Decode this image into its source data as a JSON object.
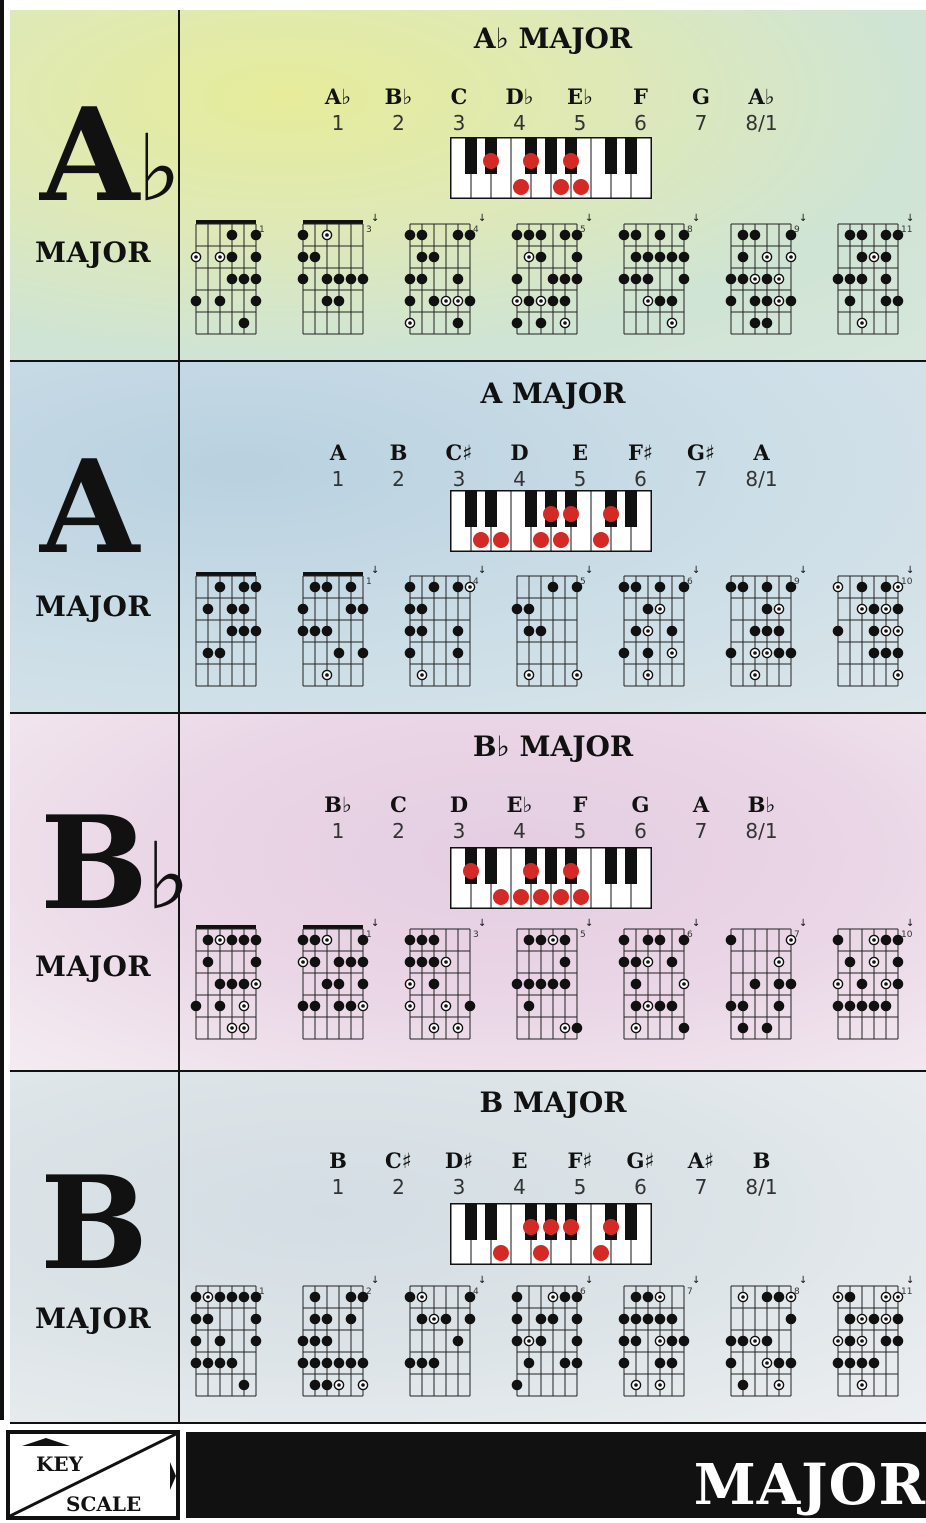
{
  "sections": [
    {
      "key": "A",
      "flat": "♭",
      "major": "MAJOR",
      "title": "A♭ MAJOR",
      "notes": [
        "A♭",
        "B♭",
        "C",
        "D♭",
        "E♭",
        "F",
        "G",
        "A♭"
      ],
      "degrees": [
        "1",
        "2",
        "3",
        "4",
        "5",
        "6",
        "7",
        "8/1"
      ],
      "bg": "#dfe9b6",
      "bg2": "#cfe4d4",
      "fret_numbers": [
        "1",
        "3",
        "4",
        "5",
        "8",
        "9",
        "11"
      ]
    },
    {
      "key": "A",
      "flat": "",
      "major": "MAJOR",
      "title": "A MAJOR",
      "notes": [
        "A",
        "B",
        "C♯",
        "D",
        "E",
        "F♯",
        "G♯",
        "A"
      ],
      "degrees": [
        "1",
        "2",
        "3",
        "4",
        "5",
        "6",
        "7",
        "8/1"
      ],
      "bg": "#c9dce6",
      "bg2": "#dbe6ea",
      "fret_numbers": [
        "",
        "1",
        "4",
        "5",
        "6",
        "9",
        "10"
      ]
    },
    {
      "key": "B",
      "flat": "♭",
      "major": "MAJOR",
      "title": "B♭ MAJOR",
      "notes": [
        "B♭",
        "C",
        "D",
        "E♭",
        "F",
        "G",
        "A",
        "B♭"
      ],
      "degrees": [
        "1",
        "2",
        "3",
        "4",
        "5",
        "6",
        "7",
        "8/1"
      ],
      "bg": "#ead6e6",
      "bg2": "#f1e3ee",
      "fret_numbers": [
        "",
        "1",
        "3",
        "5",
        "6",
        "7",
        "10"
      ]
    },
    {
      "key": "B",
      "flat": "",
      "major": "MAJOR",
      "title": "B MAJOR",
      "notes": [
        "B",
        "C♯",
        "D♯",
        "E",
        "F♯",
        "G♯",
        "A♯",
        "B"
      ],
      "degrees": [
        "1",
        "2",
        "3",
        "4",
        "5",
        "6",
        "7",
        "8/1"
      ],
      "bg": "#dde4e8",
      "bg2": "#e6ebee",
      "fret_numbers": [
        "1",
        "2",
        "4",
        "6",
        "7",
        "8",
        "11"
      ]
    }
  ],
  "footer": {
    "key": "KEY",
    "scale": "SCALE",
    "label": "MAJOR"
  },
  "colors": {
    "ink": "#111111",
    "piano_red": "#d42a25"
  }
}
